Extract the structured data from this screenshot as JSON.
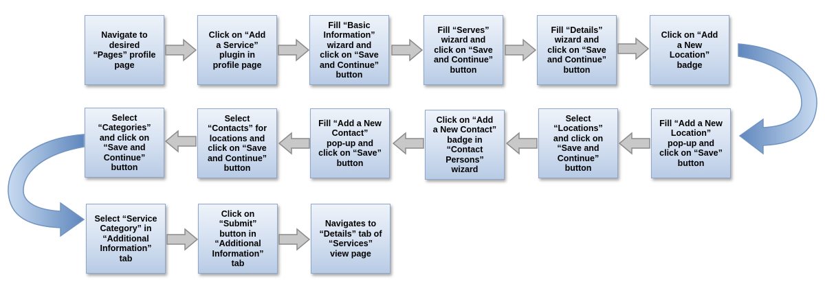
{
  "steps": [
    {
      "text": "Navigate to\ndesired\n“Pages” profile\npage"
    },
    {
      "text": "Click on “Add\na Service”\nplugin in\nprofile page"
    },
    {
      "text": "Fill “Basic\nInformation”\nwizard and\nclick on “Save\nand Continue”\nbutton"
    },
    {
      "text": "Fill “Serves”\nwizard and\nclick on “Save\nand Continue”\nbutton"
    },
    {
      "text": "Fill “Details”\nwizard and\nclick on “Save\nand Continue”\nbutton"
    },
    {
      "text": "Click on “Add\na New\nLocation”\nbadge"
    },
    {
      "text": "Fill “Add a New\nLocation”\npop-up and\nclick on “Save”\nbutton"
    },
    {
      "text": "Select\n“Locations”\nand click on\n“Save and\nContinue”\nbutton"
    },
    {
      "text": "Click on “Add\na New Contact”\nbadge in\n“Contact\nPersons”\nwizard"
    },
    {
      "text": "Fill “Add a New\nContact”\npop-up and\nclick on “Save”\nbutton"
    },
    {
      "text": "Select\n“Contacts” for\nlocations and\nclick on “Save\nand Continue”\nbutton"
    },
    {
      "text": "Select\n“Categories”\nand click on\n“Save and\nContinue”\nbutton"
    },
    {
      "text": "Select “Service\nCategory” in\n“Additional\nInformation”\ntab"
    },
    {
      "text": "Click on\n“Submit”\nbutton in\n“Additional\nInformation”\ntab"
    },
    {
      "text": "Navigates to\n“Details” tab of\n“Services”\nview page"
    }
  ],
  "colors": {
    "box_border": "#8ea7c9",
    "arrow_fill": "#c8c8c8",
    "arrow_stroke": "#8a8a8a",
    "curve_fill": "#a9c3e3",
    "curve_stroke": "#6f93c2"
  }
}
